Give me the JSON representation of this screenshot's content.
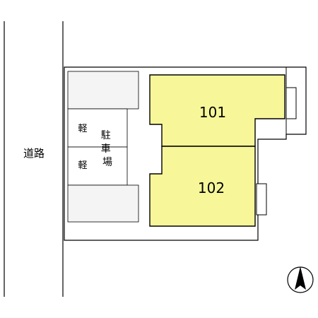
{
  "road": {
    "label": "道路"
  },
  "parking": {
    "label": "駐車場",
    "kei_label": "軽"
  },
  "units": [
    {
      "number": "101"
    },
    {
      "number": "102"
    }
  ],
  "colors": {
    "unit_fill": "#f7f79a",
    "line": "#000000",
    "parking_box": "#f4f4f4"
  },
  "icons": {
    "compass": "north-arrow-icon"
  }
}
